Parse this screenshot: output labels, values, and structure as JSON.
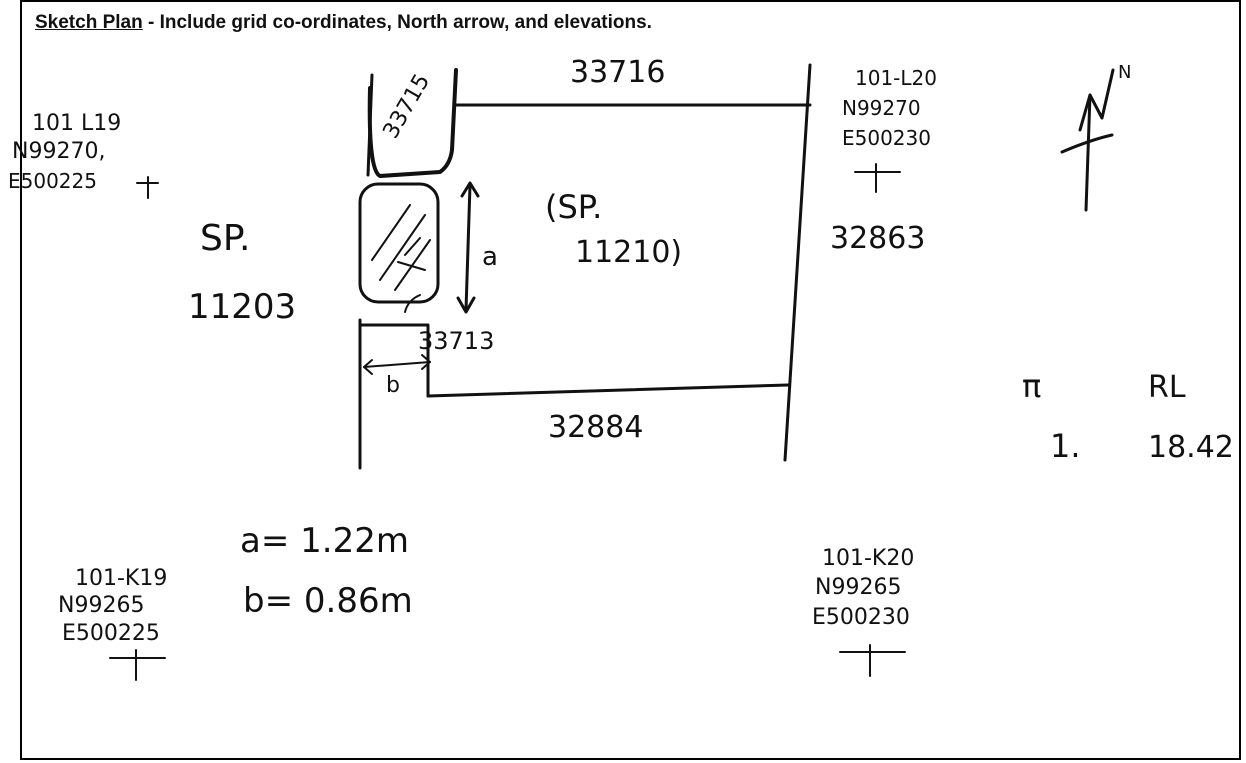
{
  "heading": {
    "title": "Sketch Plan",
    "instructions": " - Include grid co-ordinates, North arrow, and elevations."
  },
  "parcels": {
    "top": "33716",
    "top_corner": "33715",
    "right": "32863",
    "bottom": "32884",
    "middle_small": "33713"
  },
  "strata_plans": {
    "left_line1": "SP.",
    "left_line2": "11203",
    "center_line1": "(SP.",
    "center_line2": "11210)"
  },
  "grid_points": {
    "top_left": {
      "id": "101 L19",
      "northing": "N99270,",
      "easting": "E500225"
    },
    "top_right": {
      "id": "101-L20",
      "northing": "N99270",
      "easting": "E500230"
    },
    "bottom_left": {
      "id": "101-K19",
      "northing": "N99265",
      "easting": "E500225"
    },
    "bottom_right": {
      "id": "101-K20",
      "northing": "N99265",
      "easting": "E500230"
    }
  },
  "dimensions": {
    "a_label": "a",
    "b_label": "b",
    "a_value": "a= 1.22m",
    "b_value": "b= 0.86m"
  },
  "north_arrow": {
    "label": "N"
  },
  "elevation_table": {
    "col1_header": "π",
    "col2_header": "RL",
    "row1_col1": "1.",
    "row1_col2": "18.42"
  }
}
